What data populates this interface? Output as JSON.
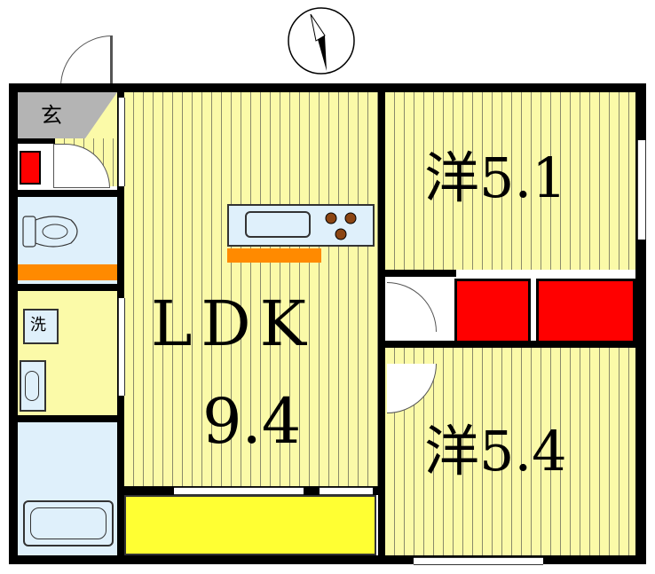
{
  "rooms": {
    "ldk": {
      "label": "LDK",
      "size": "9.4"
    },
    "western_1": {
      "label": "洋5.1"
    },
    "western_2": {
      "label": "洋5.4"
    },
    "entrance": {
      "label": "玄"
    },
    "washer": {
      "label": "洗"
    }
  },
  "colors": {
    "floor": "#fbfaa8",
    "wet_area": "#dff0fb",
    "storage": "#ff0000",
    "balcony": "#ffff33",
    "counter": "#ff8a00",
    "entrance": "#b4b4b4",
    "wall": "#000000"
  },
  "icons": [
    "compass-north-icon",
    "stove-icon",
    "sink-icon",
    "toilet-icon",
    "washbasin-icon",
    "bathtub-icon"
  ]
}
